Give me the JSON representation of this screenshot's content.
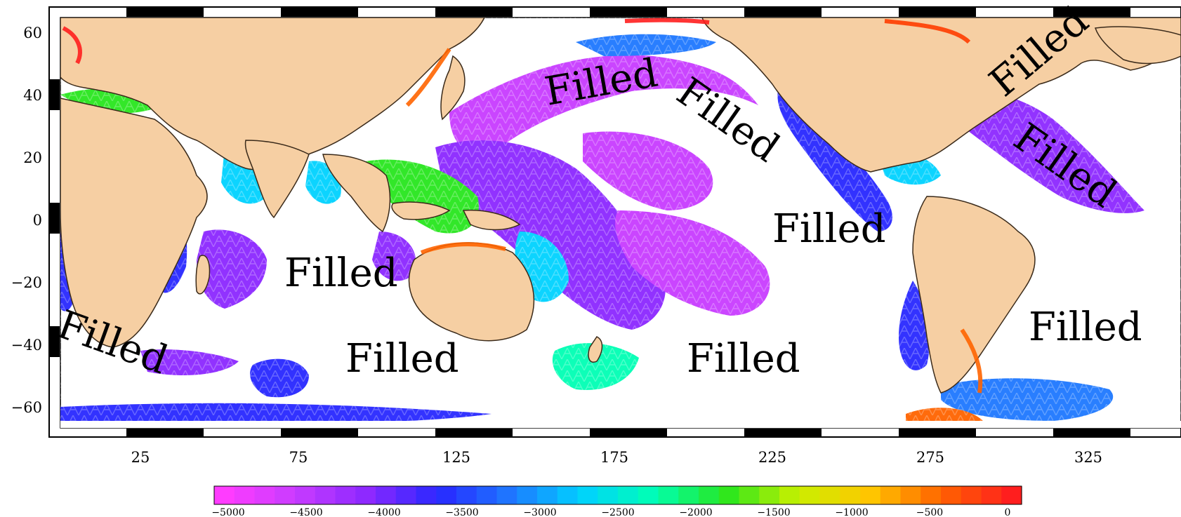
{
  "map": {
    "x_ticks": [
      "25",
      "75",
      "125",
      "175",
      "225",
      "275",
      "325"
    ],
    "y_ticks": [
      "60",
      "40",
      "20",
      "0",
      "−20",
      "−40",
      "−60"
    ],
    "region_labels": [
      "Filled",
      "Filled",
      "Filled",
      "Filled",
      "Filled",
      "Filled",
      "Filled",
      "Filled",
      "Filled",
      "Filled"
    ]
  },
  "colorbar": {
    "tick_labels": [
      "−5000",
      "−4500",
      "−4000",
      "−3500",
      "−3000",
      "−2500",
      "−2000",
      "−1500",
      "−1000",
      "−500",
      "0"
    ],
    "colors": [
      "#ff3cff",
      "#c83cff",
      "#8c28ff",
      "#2828ff",
      "#1e78ff",
      "#00d2ff",
      "#00ffb4",
      "#28e61e",
      "#c8f000",
      "#ffc800",
      "#ff6400",
      "#ff1e1e"
    ]
  },
  "colors": {
    "land": "#f6cfa3",
    "ocean_unfilled": "#ffffff",
    "coast": "#3a2a1a",
    "frame": "#000000"
  }
}
